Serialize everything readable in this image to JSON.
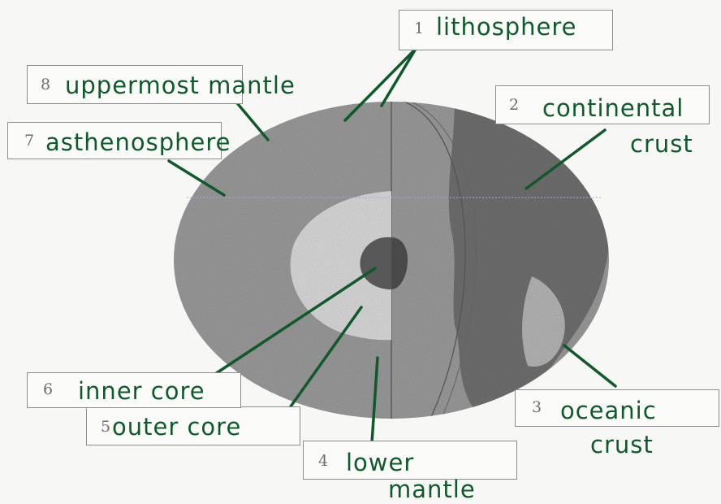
{
  "labels": [
    {
      "number": "1",
      "text": "lithosphere"
    },
    {
      "number": "2",
      "text_line1": "continental",
      "text_line2": "crust"
    },
    {
      "number": "3",
      "text_line1": "oceanic",
      "text_line2": "crust"
    },
    {
      "number": "4",
      "text_line1": "lower",
      "text_line2": "mantle"
    },
    {
      "number": "5",
      "text": "outer core"
    },
    {
      "number": "6",
      "text": "inner core"
    },
    {
      "number": "7",
      "text": "asthenosphere"
    },
    {
      "number": "8",
      "text": "uppermost mantle"
    }
  ],
  "colors": {
    "handwriting": "#0f5a2a",
    "box_border": "#8d8d8d",
    "earth_outer": "#9a9a9a",
    "mantle": "#8a8a8a",
    "outer_core": "#d9d9d9",
    "inner_core": "#5e5e5e",
    "crust_dark": "#6f6f6f"
  }
}
